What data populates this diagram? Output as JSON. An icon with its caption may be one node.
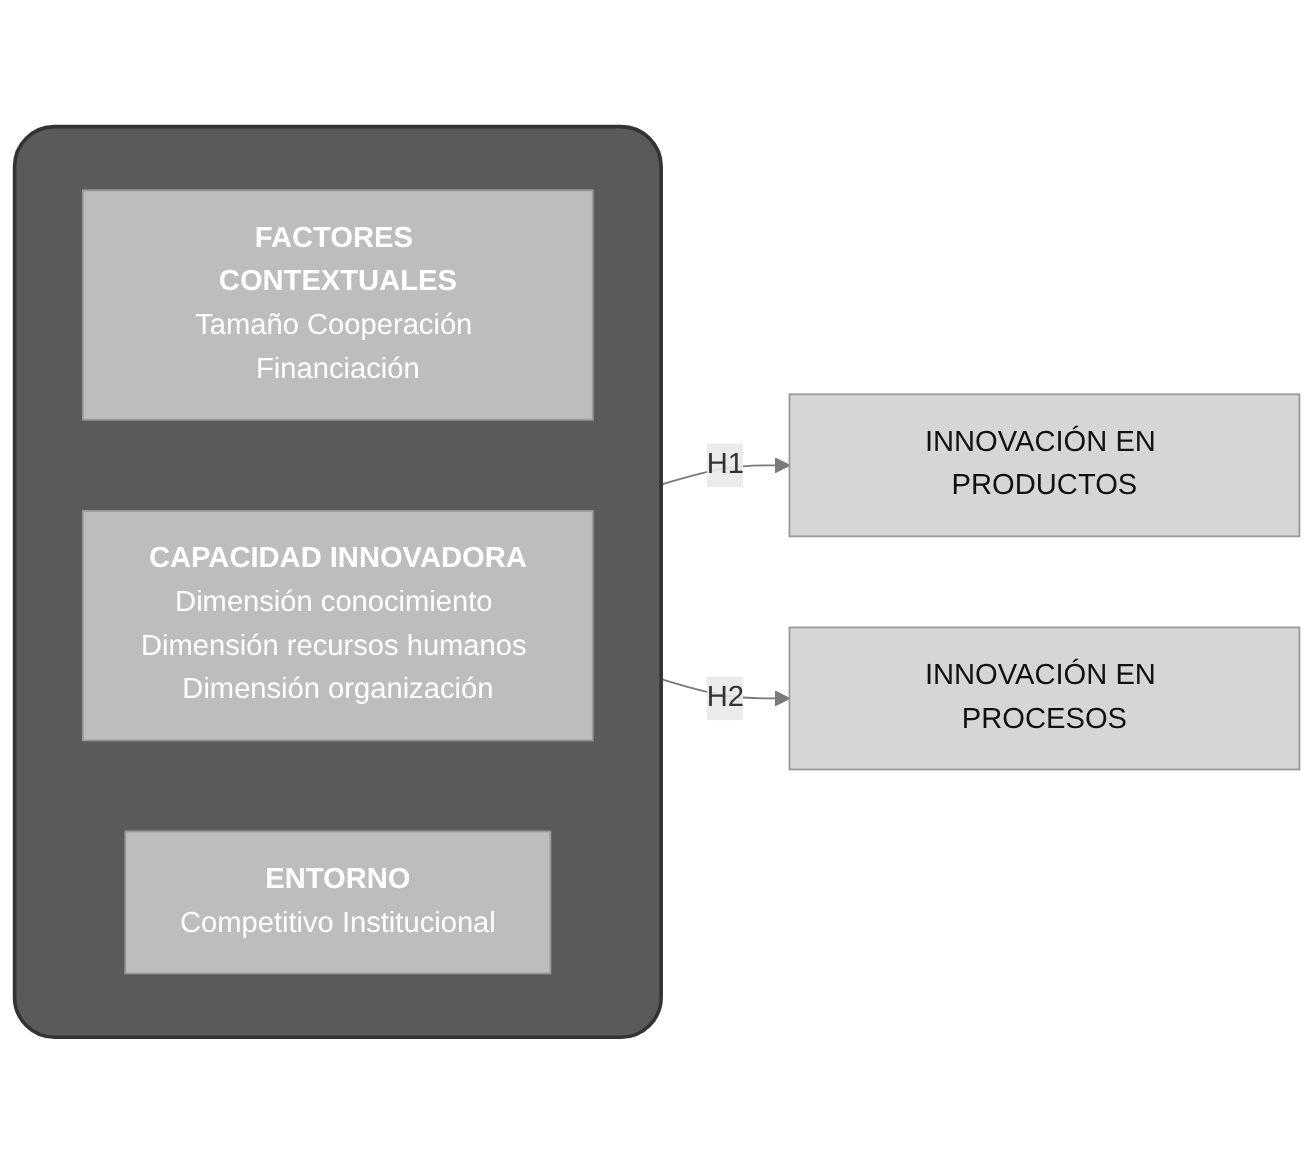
{
  "diagram": {
    "nodes": [
      {
        "text": [],
        "shape": "box"
      },
      {
        "text": [
          "FACTORES CONTEXTUALES",
          "Tamaño Cooperación Financiación"
        ],
        "in": 0
      },
      {
        "text": [
          "CAPACIDAD INNOVADORA",
          "Dimensión conocimiento Dimensión recursos humanos Dimensión organización"
        ],
        "in": 0
      },
      {
        "text": [
          "ENTORNO",
          "Competitivo Institucional"
        ],
        "in": 0
      },
      {
        "text": [
          "INNOVACIÓN EN PRODUCTOS"
        ]
      },
      {
        "text": [
          "INNOVACIÓN EN PROCESOS"
        ]
      }
    ],
    "edges": [
      {
        "from": 0,
        "to": 4,
        "arrow": "to",
        "label": "H1"
      },
      {
        "from": 0,
        "to": 5,
        "arrow": "to",
        "label": "H2"
      }
    ]
  }
}
